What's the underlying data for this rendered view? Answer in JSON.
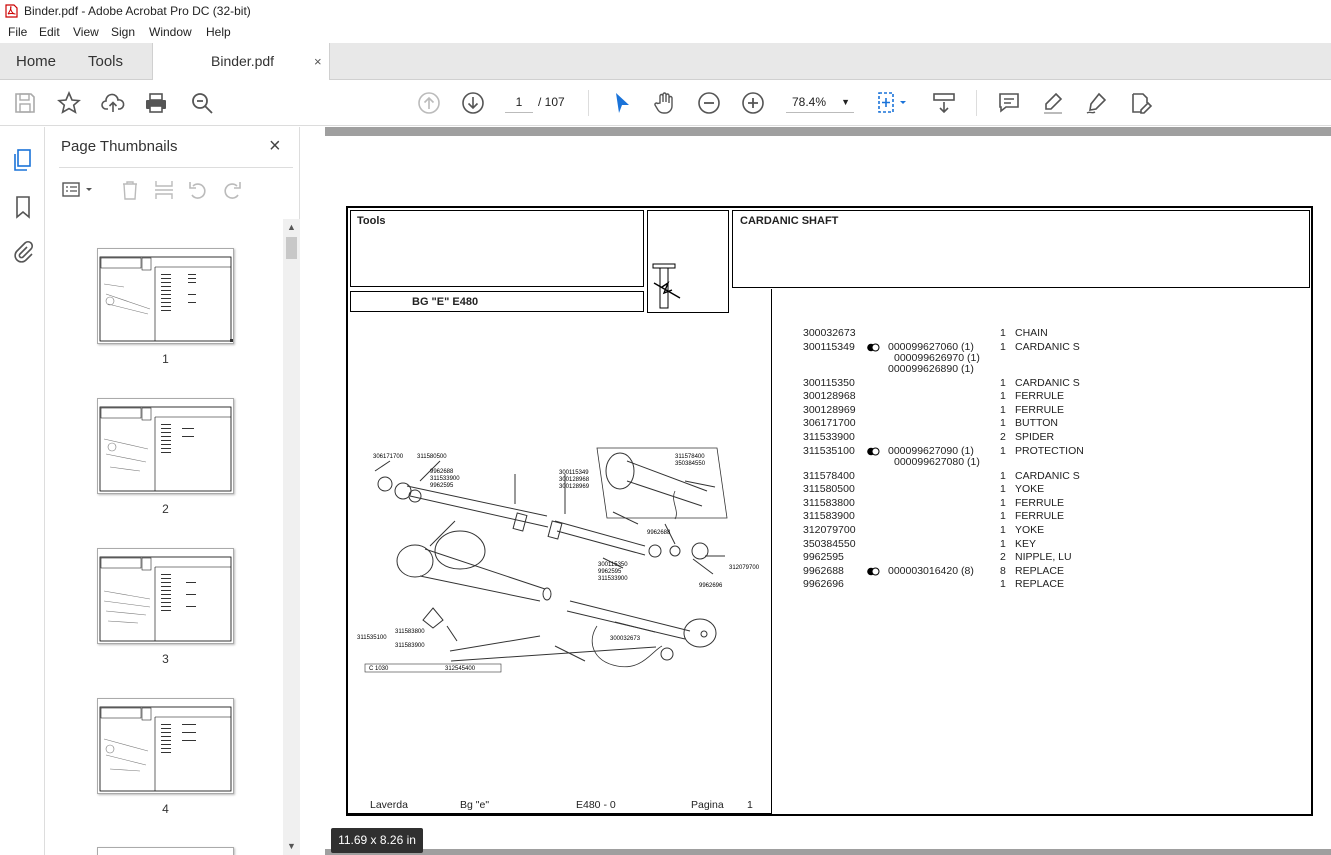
{
  "window": {
    "title": "Binder.pdf - Adobe Acrobat Pro DC (32-bit)"
  },
  "menu": [
    "File",
    "Edit",
    "View",
    "Sign",
    "Window",
    "Help"
  ],
  "tabs": {
    "home": "Home",
    "tools": "Tools",
    "document": "Binder.pdf",
    "close": "×"
  },
  "toolbar": {
    "current_page": "1",
    "total_pages": "/ 107",
    "zoom": "78.4%"
  },
  "panel": {
    "title": "Page Thumbnails",
    "close": "×",
    "thumbnails": [
      "1",
      "2",
      "3",
      "4"
    ]
  },
  "page": {
    "header_left": "Tools",
    "header_model": "BG \"E\"  E480",
    "header_right": "CARDANIC SHAFT",
    "parts": [
      {
        "code": "300032673",
        "sym": false,
        "alt": [],
        "qty": "1",
        "desc": "CHAIN"
      },
      {
        "code": "300115349",
        "sym": true,
        "alt": [
          "000099627060  (1)",
          "000099626970  (1)",
          "000099626890  (1)"
        ],
        "qty": "1",
        "desc": "CARDANIC S"
      },
      {
        "code": "300115350",
        "sym": false,
        "alt": [],
        "qty": "1",
        "desc": "CARDANIC S"
      },
      {
        "code": "300128968",
        "sym": false,
        "alt": [],
        "qty": "1",
        "desc": "FERRULE"
      },
      {
        "code": "300128969",
        "sym": false,
        "alt": [],
        "qty": "1",
        "desc": "FERRULE"
      },
      {
        "code": "306171700",
        "sym": false,
        "alt": [],
        "qty": "1",
        "desc": "BUTTON"
      },
      {
        "code": "311533900",
        "sym": false,
        "alt": [],
        "qty": "2",
        "desc": "SPIDER"
      },
      {
        "code": "311535100",
        "sym": true,
        "alt": [
          "000099627090  (1)",
          "000099627080  (1)"
        ],
        "qty": "1",
        "desc": "PROTECTION"
      },
      {
        "code": "311578400",
        "sym": false,
        "alt": [],
        "qty": "1",
        "desc": "CARDANIC S"
      },
      {
        "code": "311580500",
        "sym": false,
        "alt": [],
        "qty": "1",
        "desc": "YOKE"
      },
      {
        "code": "311583800",
        "sym": false,
        "alt": [],
        "qty": "1",
        "desc": "FERRULE"
      },
      {
        "code": "311583900",
        "sym": false,
        "alt": [],
        "qty": "1",
        "desc": "FERRULE"
      },
      {
        "code": "312079700",
        "sym": false,
        "alt": [],
        "qty": "1",
        "desc": "YOKE"
      },
      {
        "code": "350384550",
        "sym": false,
        "alt": [],
        "qty": "1",
        "desc": "KEY"
      },
      {
        "code": "9962595",
        "sym": false,
        "alt": [],
        "qty": "2",
        "desc": "NIPPLE, LU"
      },
      {
        "code": "9962688",
        "sym": true,
        "alt": [
          "000003016420  (8)"
        ],
        "qty": "8",
        "desc": "REPLACE"
      },
      {
        "code": "9962696",
        "sym": false,
        "alt": [],
        "qty": "1",
        "desc": "REPLACE"
      }
    ],
    "diagram_labels": [
      "306171700",
      "311580500",
      "9962688",
      "311533900",
      "9962595",
      "300115349",
      "300128968",
      "300128969",
      "311578400",
      "350384550",
      "9962688",
      "300115350",
      "9962595",
      "311533900",
      "312079700",
      "9962696",
      "300032673",
      "311583800",
      "311535100",
      "311583900",
      "C 1030",
      "312545400"
    ],
    "footer": {
      "brand": "Laverda",
      "model": "Bg \"e\"",
      "ref": "E480 - 0",
      "page_label": "Pagina",
      "page_num": "1"
    }
  },
  "status": {
    "dimensions": "11.69 x 8.26 in"
  }
}
